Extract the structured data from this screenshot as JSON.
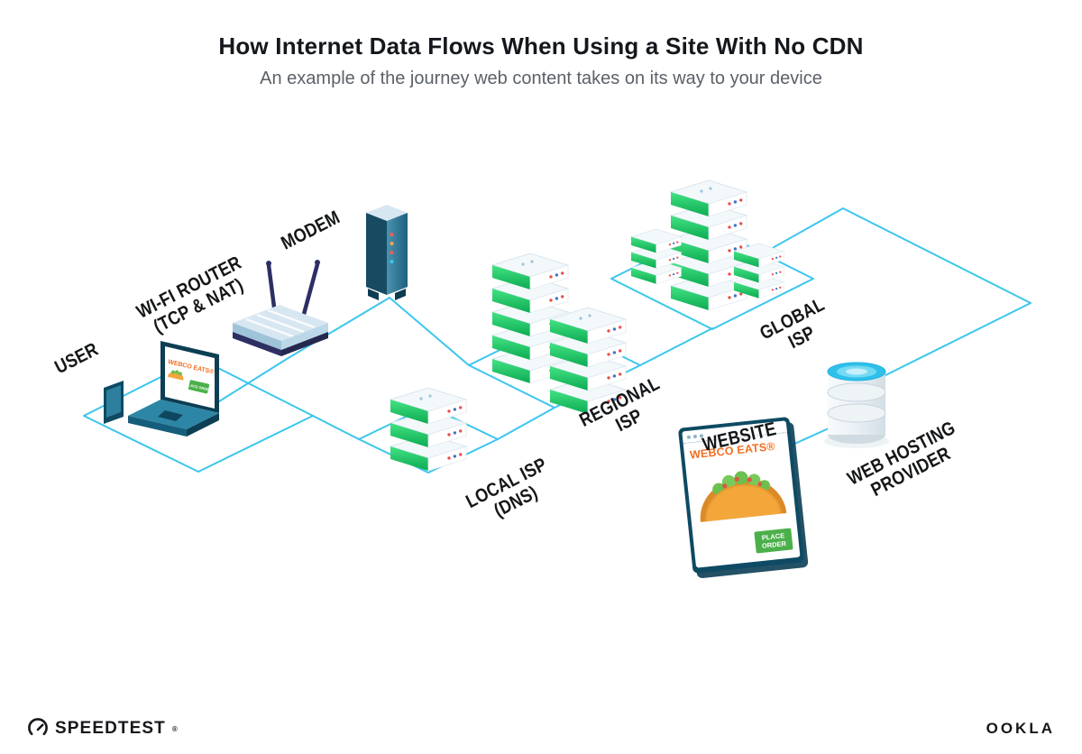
{
  "header": {
    "title": "How Internet Data Flows When Using a Site With No CDN",
    "subtitle": "An example of the journey web content takes on its way to your device"
  },
  "labels": {
    "user": "USER",
    "router_line1": "WI-FI ROUTER",
    "router_line2": "(TCP & NAT)",
    "modem": "MODEM",
    "local_isp_line1": "LOCAL ISP",
    "local_isp_line2": "(DNS)",
    "regional_isp_line1": "REGIONAL",
    "regional_isp_line2": "ISP",
    "global_isp_line1": "GLOBAL",
    "global_isp_line2": "ISP",
    "website": "WEBSITE",
    "hosting_line1": "WEB HOSTING",
    "hosting_line2": "PROVIDER"
  },
  "website_window": {
    "brand": "WEBCO EATS®",
    "order_button_line1": "PLACE",
    "order_button_line2": "ORDER"
  },
  "laptop_screen": {
    "brand": "WEBCO EATS®",
    "order_button": "PLACE ORDER"
  },
  "footer": {
    "speedtest": "SPEEDTEST",
    "speedtest_mark": "®",
    "ookla": "OOKLA"
  },
  "colors": {
    "connection_line": "#3cc6ee",
    "server_green": "#17c15e",
    "brand_orange": "#f26f21",
    "frame_teal": "#0e4a63",
    "router_navy": "#2d2f63"
  }
}
